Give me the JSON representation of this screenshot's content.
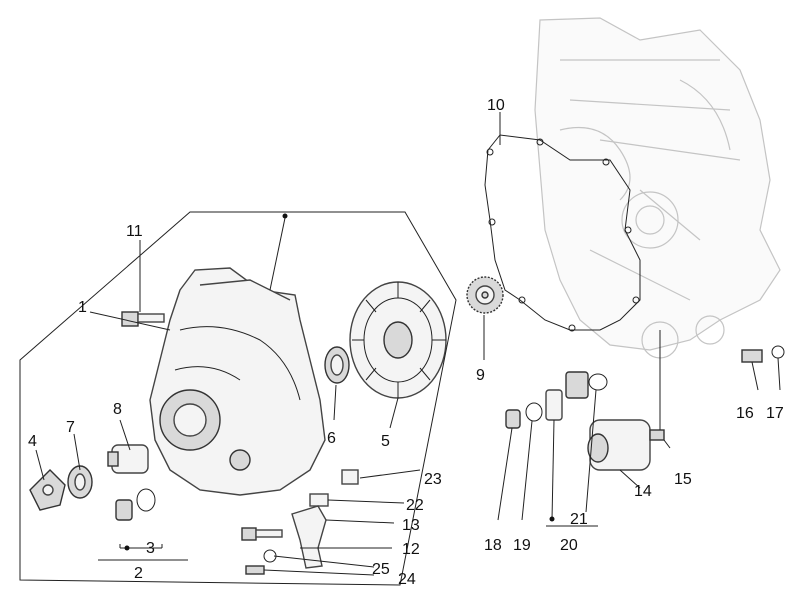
{
  "diagram": {
    "labels": [
      {
        "id": "1",
        "text": "1"
      },
      {
        "id": "2",
        "text": "2"
      },
      {
        "id": "3",
        "text": "3"
      },
      {
        "id": "4",
        "text": "4"
      },
      {
        "id": "5",
        "text": "5"
      },
      {
        "id": "6",
        "text": "6"
      },
      {
        "id": "7",
        "text": "7"
      },
      {
        "id": "8",
        "text": "8"
      },
      {
        "id": "9",
        "text": "9"
      },
      {
        "id": "10",
        "text": "10"
      },
      {
        "id": "11",
        "text": "11"
      },
      {
        "id": "12",
        "text": "12"
      },
      {
        "id": "13",
        "text": "13"
      },
      {
        "id": "14",
        "text": "14"
      },
      {
        "id": "15",
        "text": "15"
      },
      {
        "id": "16",
        "text": "16"
      },
      {
        "id": "17",
        "text": "17"
      },
      {
        "id": "18",
        "text": "18"
      },
      {
        "id": "19",
        "text": "19"
      },
      {
        "id": "20",
        "text": "20"
      },
      {
        "id": "21",
        "text": "21"
      },
      {
        "id": "22",
        "text": "22"
      },
      {
        "id": "23",
        "text": "23"
      },
      {
        "id": "24",
        "text": "24"
      },
      {
        "id": "25",
        "text": "25"
      }
    ]
  }
}
